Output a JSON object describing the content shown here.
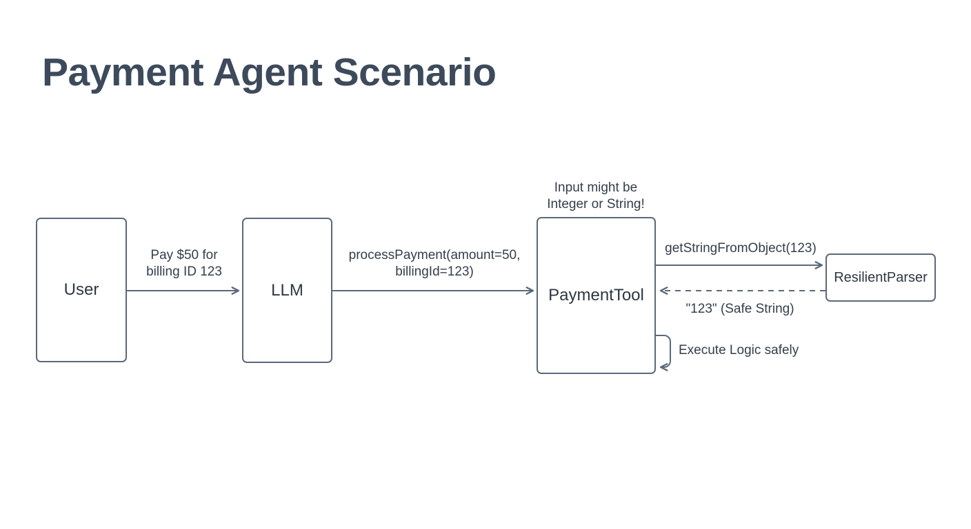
{
  "page": {
    "title": "Payment Agent Scenario"
  },
  "colors": {
    "background": "#ffffff",
    "stroke": "#5b6877",
    "node_text": "#2d3743",
    "label_text": "#333e4b",
    "title_text": "#3d4a5b"
  },
  "nodes": {
    "user": {
      "label": "User"
    },
    "llm": {
      "label": "LLM"
    },
    "payment_tool": {
      "label": "PaymentTool"
    },
    "resilient_parser": {
      "label": "ResilientParser"
    }
  },
  "note": {
    "lines": [
      "Input might be",
      "Integer or String!"
    ]
  },
  "edges": {
    "user_to_llm": {
      "style": "solid",
      "lines": [
        "Pay $50 for",
        "billing ID 123"
      ]
    },
    "llm_to_payment_tool": {
      "style": "solid",
      "lines": [
        "processPayment(amount=50,",
        "billingId=123)"
      ]
    },
    "payment_tool_to_resilient_parser": {
      "style": "solid",
      "lines": [
        "getStringFromObject(123)"
      ]
    },
    "resilient_parser_to_payment_tool": {
      "style": "dashed",
      "lines": [
        "\"123\" (Safe String)"
      ]
    },
    "payment_tool_self_loop": {
      "style": "self-loop",
      "lines": [
        "Execute Logic safely"
      ]
    }
  }
}
